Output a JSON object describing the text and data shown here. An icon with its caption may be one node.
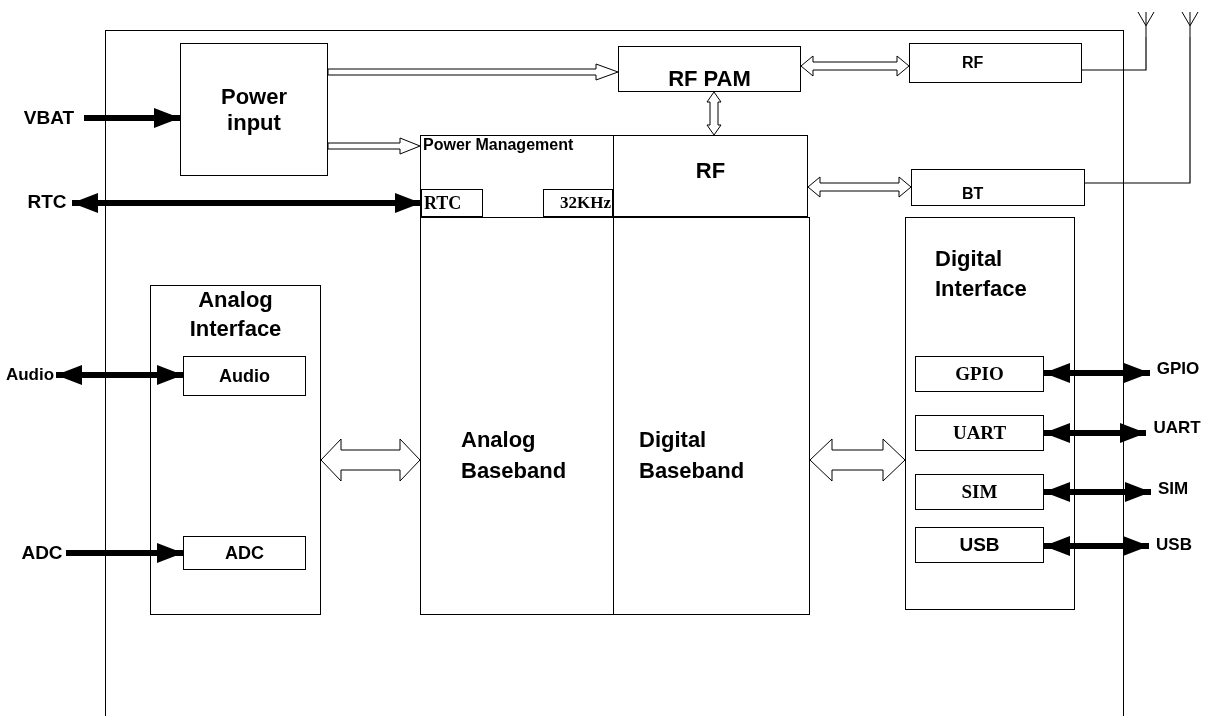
{
  "diagram": {
    "nodes": [
      {
        "text": [],
        "shape": "box"
      },
      {
        "text": [
          "Power input"
        ],
        "in": 0
      },
      {
        "text": [
          "RF PAM"
        ],
        "in": 0
      },
      {
        "text": [
          "RF"
        ],
        "in": 0
      },
      {
        "text": [
          "Power Management"
        ],
        "in": 0
      },
      {
        "text": [
          "RTC"
        ],
        "in": 4
      },
      {
        "text": [
          "32KHz"
        ],
        "in": 4
      },
      {
        "text": [
          "RF"
        ],
        "in": 0
      },
      {
        "text": [
          "BT"
        ],
        "in": 0
      },
      {
        "text": [
          "Analog Interface"
        ],
        "in": 0
      },
      {
        "text": [
          "Audio"
        ],
        "in": 9
      },
      {
        "text": [
          "ADC"
        ],
        "in": 9
      },
      {
        "text": [
          "Analog Baseband"
        ],
        "in": 0
      },
      {
        "text": [
          "Digital Baseband"
        ],
        "in": 0
      },
      {
        "text": [
          "Digital Interface"
        ],
        "in": 0
      },
      {
        "text": [
          "GPIO"
        ],
        "in": 14
      },
      {
        "text": [
          "UART"
        ],
        "in": 14
      },
      {
        "text": [
          "SIM"
        ],
        "in": 14
      },
      {
        "text": [
          "USB"
        ],
        "in": 14
      },
      {
        "text": [
          "VBAT"
        ]
      },
      {
        "text": [
          "RTC"
        ]
      },
      {
        "text": [
          "Audio"
        ]
      },
      {
        "text": [
          "ADC"
        ]
      },
      {
        "text": [
          "GPIO"
        ]
      },
      {
        "text": [
          "UART"
        ]
      },
      {
        "text": [
          "SIM"
        ]
      },
      {
        "text": [
          "USB"
        ]
      },
      {
        "text": [],
        "shape": "antenna"
      },
      {
        "text": [],
        "shape": "antenna"
      }
    ],
    "edges": [
      {
        "from": 19,
        "to": 1,
        "arrow": "to"
      },
      {
        "from": 20,
        "to": 5,
        "arrow": "both"
      },
      {
        "from": 1,
        "to": 2,
        "arrow": "to",
        "style": "thick"
      },
      {
        "from": 1,
        "to": 4,
        "arrow": "to",
        "style": "thick"
      },
      {
        "from": 2,
        "to": 3,
        "arrow": "both",
        "style": "thick"
      },
      {
        "from": 2,
        "to": 7,
        "arrow": "both",
        "style": "thick"
      },
      {
        "from": 7,
        "to": 8,
        "arrow": "both",
        "style": "thick"
      },
      {
        "from": 21,
        "to": 10,
        "arrow": "both"
      },
      {
        "from": 22,
        "to": 11,
        "arrow": "to"
      },
      {
        "from": 9,
        "to": 12,
        "arrow": "both",
        "style": "thick"
      },
      {
        "from": 13,
        "to": 14,
        "arrow": "both",
        "style": "thick"
      },
      {
        "from": 15,
        "to": 23,
        "arrow": "both"
      },
      {
        "from": 16,
        "to": 24,
        "arrow": "both"
      },
      {
        "from": 17,
        "to": 25,
        "arrow": "both"
      },
      {
        "from": 18,
        "to": 26,
        "arrow": "both"
      },
      {
        "from": 3,
        "to": 27,
        "arrow": "none"
      },
      {
        "from": 8,
        "to": 28,
        "arrow": "none"
      }
    ]
  }
}
